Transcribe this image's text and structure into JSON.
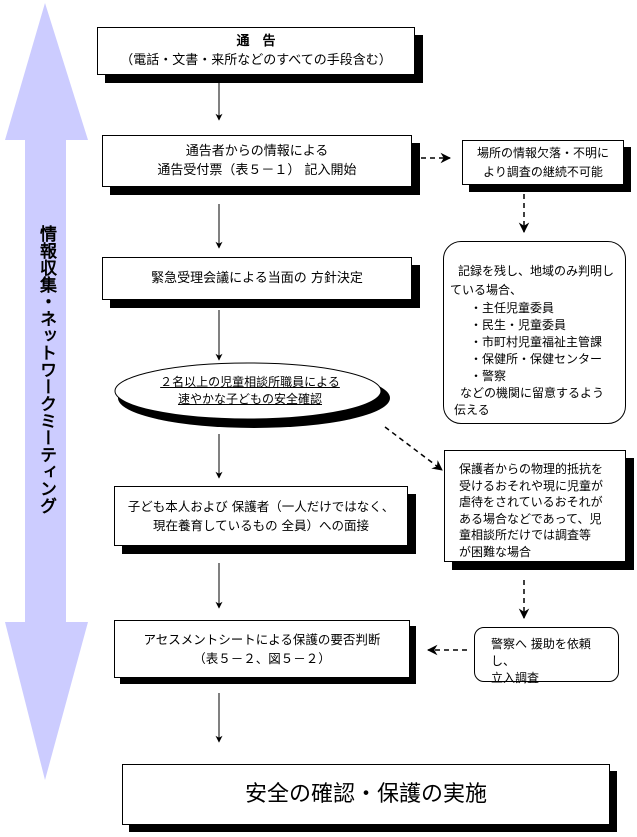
{
  "side_arrow": {
    "label": "情報収集・ネットワークミーティング",
    "color": "#ccccff"
  },
  "nodes": {
    "notification": {
      "title": "通　告",
      "subtitle": "（電話・文書・来所などのすべての手段含む）"
    },
    "intake": {
      "line1": "通告者からの情報による",
      "line2": "通告受付票（表５－１）  記入開始"
    },
    "info_missing": {
      "line1": "場所の情報欠落・不明に",
      "line2": "より調査の継続不可能"
    },
    "record_note": {
      "intro1": "記録を残し、地域のみ判明し",
      "intro2": "ている場合、",
      "items": [
        "・主任児童委員",
        "・民生・児童委員",
        "・市町村児童福祉主管課",
        "・保健所・保健センター",
        "・警察"
      ],
      "outro1": "などの機関に留意するよう",
      "outro2": "伝える"
    },
    "emergency_meeting": {
      "text": "緊急受理会議による当面の 方針決定"
    },
    "safety_check": {
      "line1": "２名以上の児童相談所職員による",
      "line2": "速やかな子どもの安全確認"
    },
    "resistance_case": {
      "lines": [
        "保護者からの物理的抵抗を",
        "受けるおそれや現に児童が",
        "虐待をされているおそれが",
        "ある場合などであって、児",
        "童相談所だけでは調査等",
        "が困難な場合"
      ]
    },
    "interview": {
      "line1": "子ども本人および 保護者（一人だけではなく、",
      "line2": "現在養育しているもの 全員）への面接"
    },
    "assessment": {
      "line1": "アセスメントシートによる保護の要否判断",
      "line2": "（表５－２、図５－２）"
    },
    "police_request": {
      "line1": "警察へ 援助を依頼し、",
      "line2": "立入調査"
    },
    "final": {
      "text": "安全の確認・保護の実施"
    }
  }
}
